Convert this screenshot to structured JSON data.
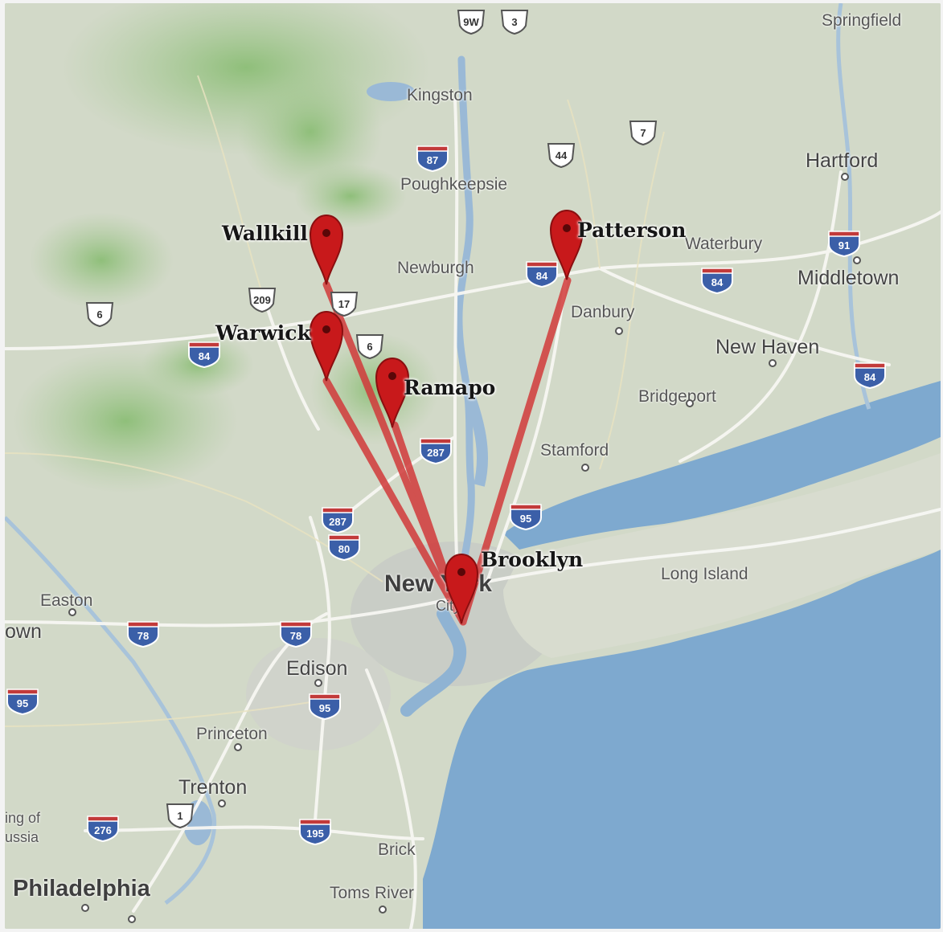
{
  "route_color": "#d13a3a",
  "pin_color": "#c8191b",
  "water_color": "#7ea9cf",
  "pins": [
    {
      "name": "Wallkill",
      "icon": "map-pin-icon"
    },
    {
      "name": "Warwick",
      "icon": "map-pin-icon"
    },
    {
      "name": "Ramapo",
      "icon": "map-pin-icon"
    },
    {
      "name": "Patterson",
      "icon": "map-pin-icon"
    },
    {
      "name": "Brooklyn",
      "icon": "map-pin-icon"
    }
  ],
  "places": {
    "springfield": "Springfield",
    "kingston": "Kingston",
    "hartford": "Hartford",
    "poughkeepsie": "Poughkeepsie",
    "waterbury": "Waterbury",
    "newburgh": "Newburgh",
    "middletown": "Middletown",
    "danbury": "Danbury",
    "new_haven": "New Haven",
    "bridgeport": "Bridgeport",
    "stamford": "Stamford",
    "new_york": "New York",
    "city": "City",
    "long_island": "Long Island",
    "easton": "Easton",
    "town": "own",
    "edison": "Edison",
    "princeton": "Princeton",
    "trenton": "Trenton",
    "philadelphia": "Philadelphia",
    "brick": "Brick",
    "toms_river": "Toms River",
    "king_of": "ing of",
    "prussia": "ussia"
  },
  "shields": {
    "s9w": "9W",
    "s3": "3",
    "s87": "87",
    "s44": "44",
    "s7": "7",
    "s91": "91",
    "s84a": "84",
    "s84b": "84",
    "s84c": "84",
    "s84d": "84",
    "s209": "209",
    "s6": "6",
    "s17": "17",
    "s6b": "6",
    "s287a": "287",
    "s287b": "287",
    "s95a": "95",
    "s95b": "95",
    "s95c": "95",
    "s80": "80",
    "s78a": "78",
    "s78b": "78",
    "s276": "276",
    "s195": "195",
    "s1": "1"
  }
}
